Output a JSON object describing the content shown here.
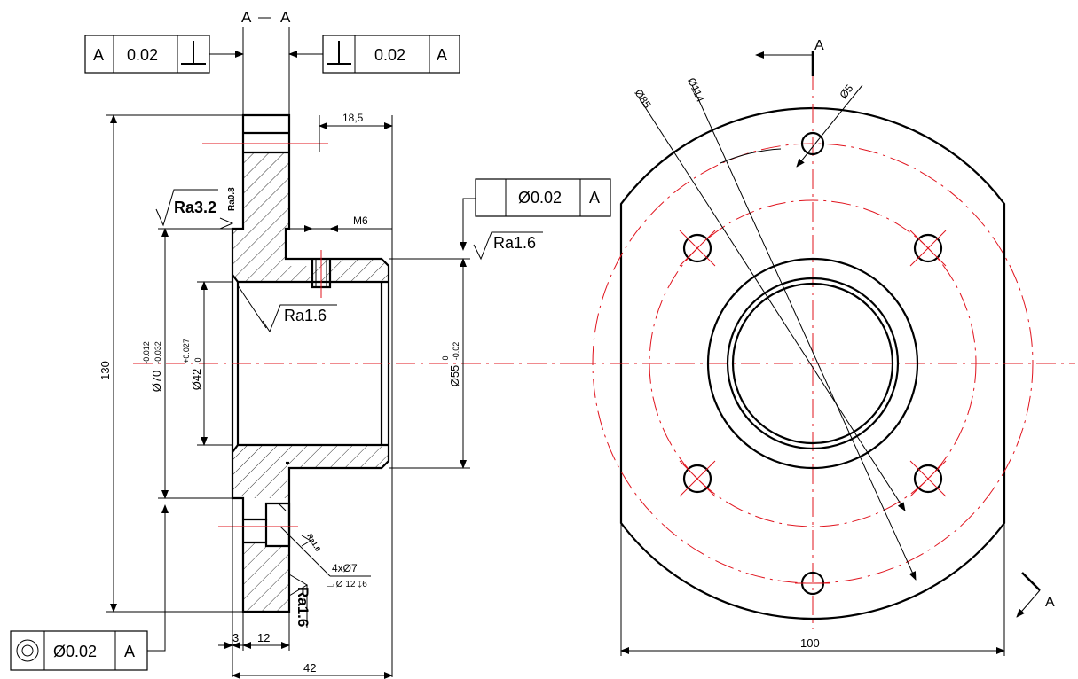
{
  "section": {
    "label_left": "A",
    "label_dash": "—",
    "label_right": "A"
  },
  "frame_perp_left": {
    "value": "0.02",
    "datum": "A"
  },
  "frame_perp_right": {
    "value": "0.02",
    "datum": "A"
  },
  "frame_pos": {
    "value": "Ø0.02",
    "datum": "A"
  },
  "frame_conc": {
    "value": "Ø0.02",
    "datum": "A"
  },
  "dims": {
    "d18_5": "18,5",
    "m6": "M6",
    "d130": "130",
    "d70": "Ø70",
    "d70_tol_upper": "-0.012",
    "d70_tol_lower": "-0.032",
    "d42": "Ø42",
    "d42_tol_upper": "+0.027",
    "d42_tol_lower": "0",
    "d55": "Ø55",
    "d55_tol_upper": "0",
    "d55_tol_lower": "-0.02",
    "d3": "3",
    "d12": "12",
    "d42_len": "42",
    "holes": "4xØ7",
    "counterbore": "⌴ Ø 12 ↧6",
    "d100": "100",
    "d85": "Ø85",
    "d114": "Ø114",
    "d5": "Ø5"
  },
  "surface": {
    "ra32": "Ra3.2",
    "ra08": "Ra0.8",
    "ra16_top": "Ra1.6",
    "ra16_bore": "Ra1.6",
    "ra16_face": "Ra1.6",
    "ra16_small": "Ra1.6"
  },
  "view_marks": {
    "top": "A",
    "bottom": "A"
  }
}
